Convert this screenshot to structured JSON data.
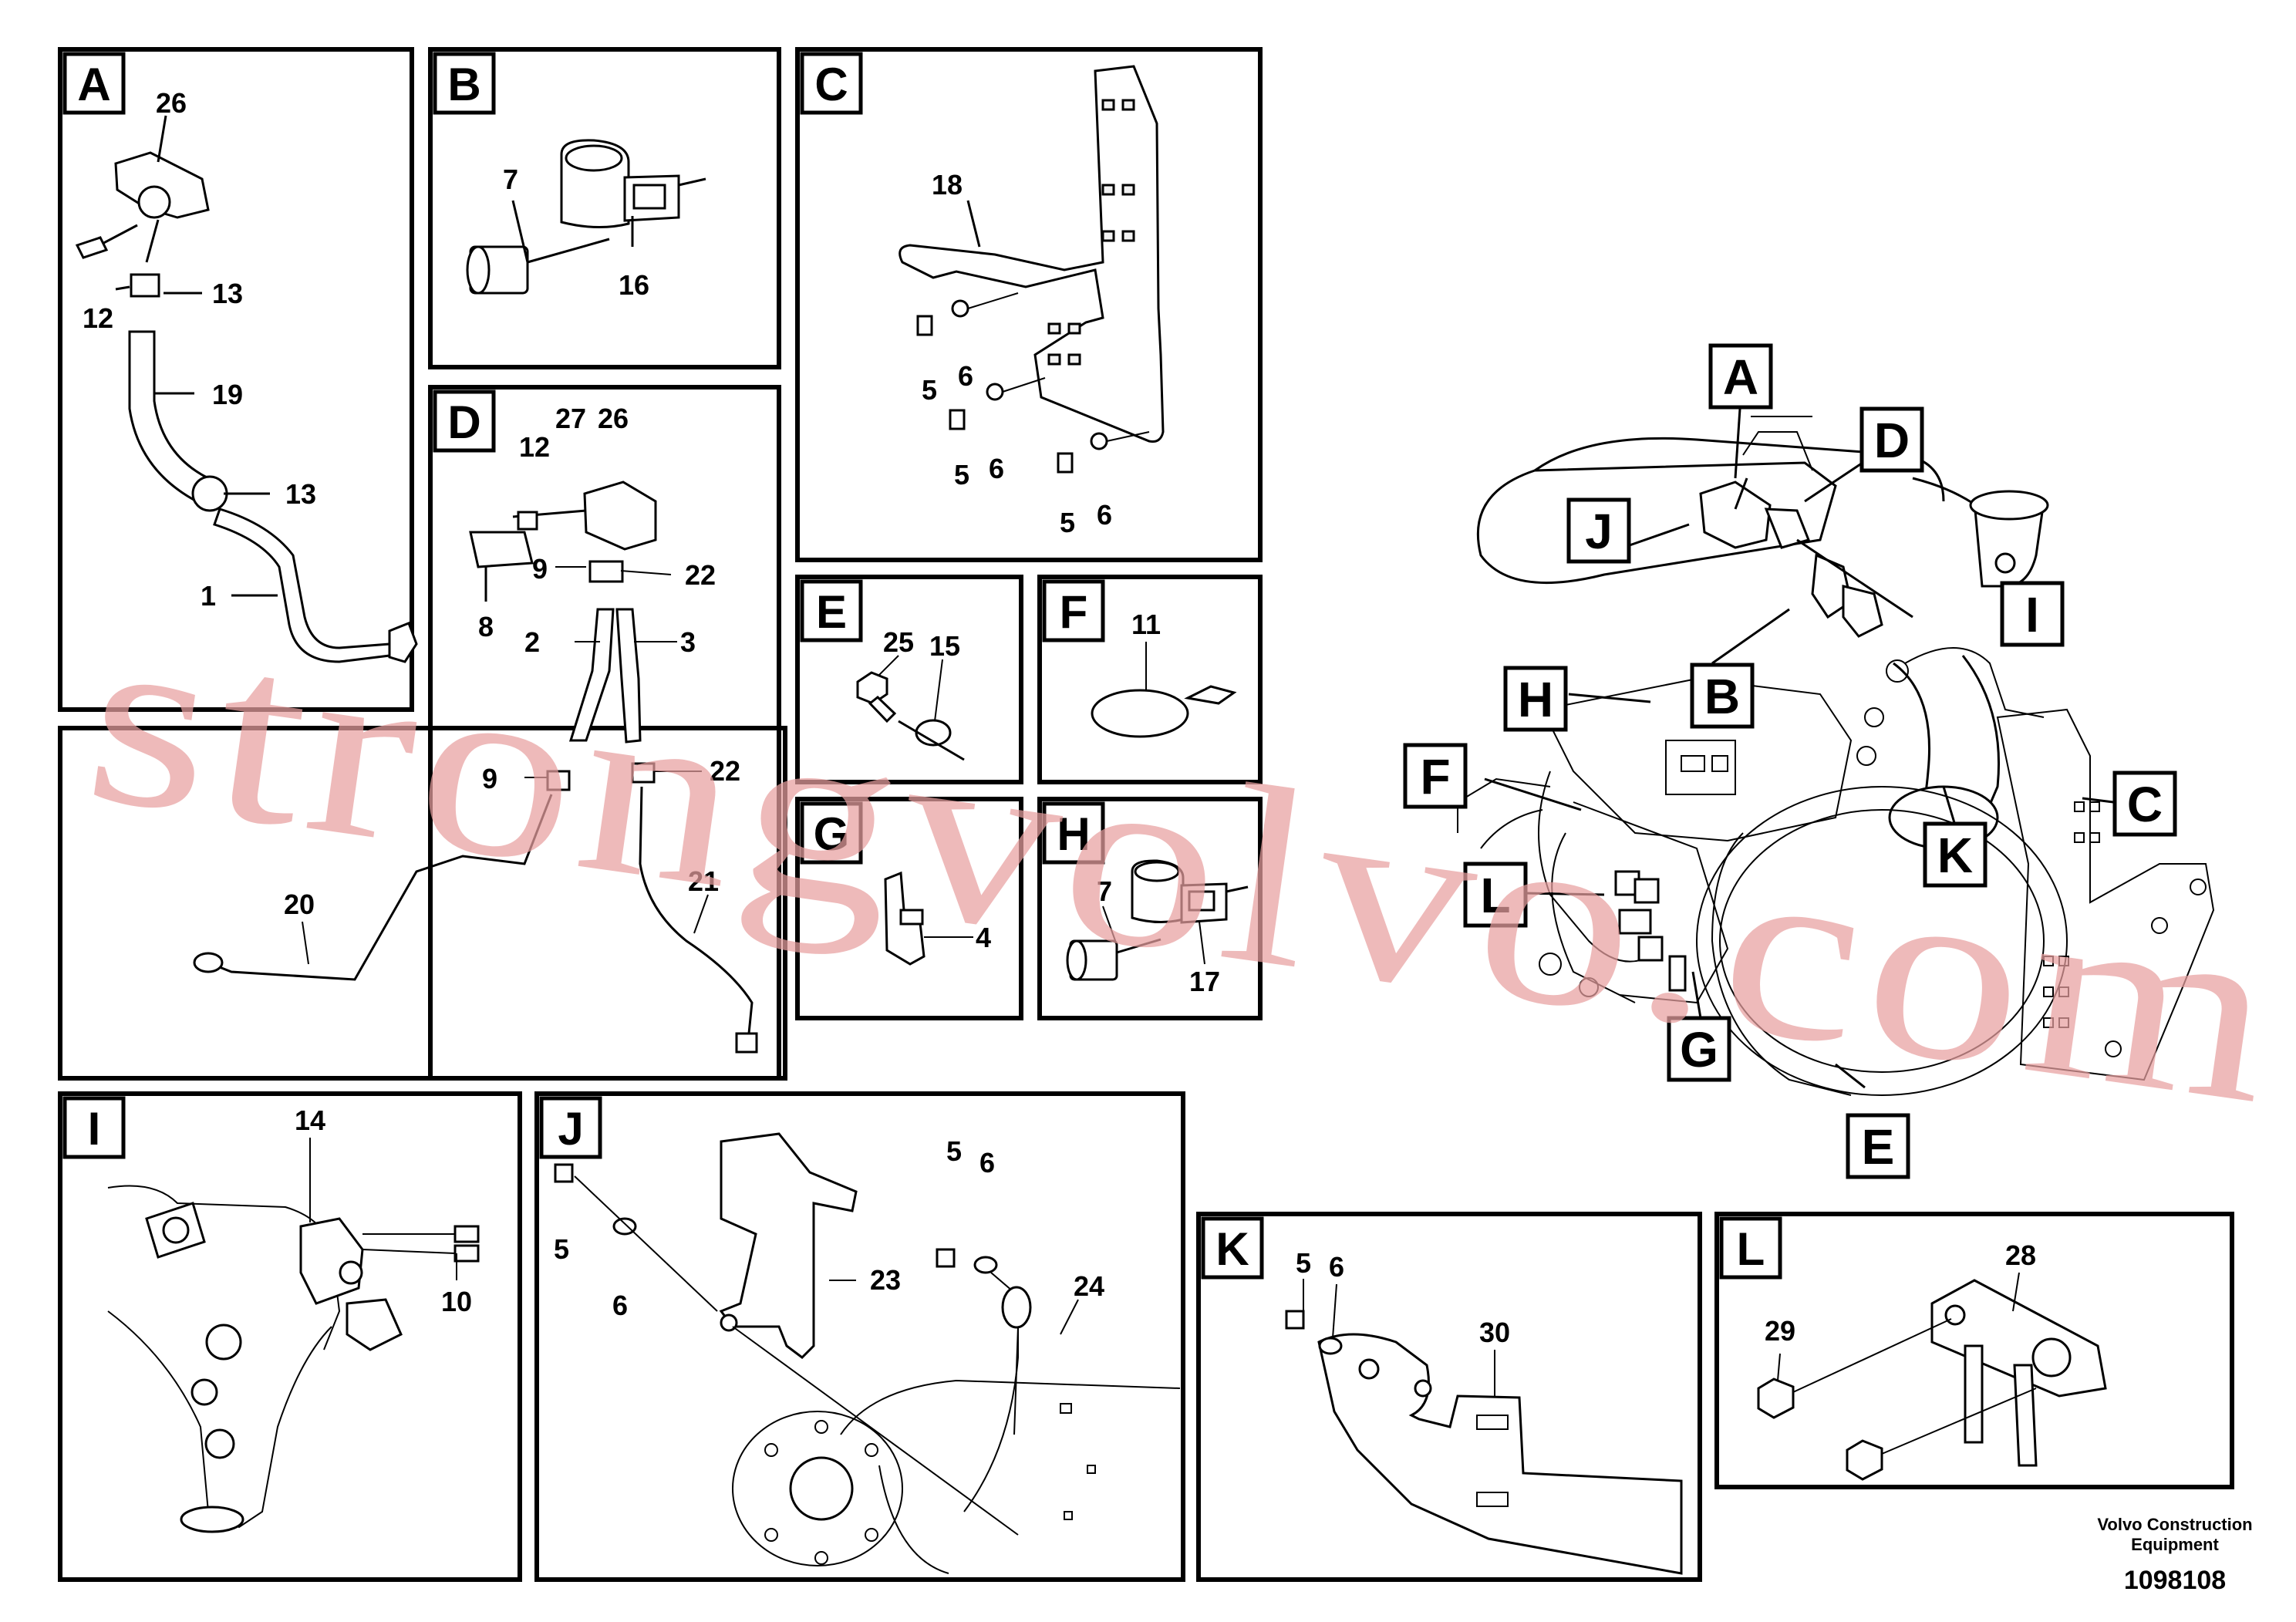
{
  "panels": {
    "A": {
      "letter": "A",
      "labels": [
        "26",
        "12",
        "13",
        "19",
        "13",
        "1"
      ]
    },
    "B": {
      "letter": "B",
      "labels": [
        "7",
        "16"
      ]
    },
    "C": {
      "letter": "C",
      "labels": [
        "18",
        "5",
        "6",
        "5",
        "6",
        "5",
        "6"
      ]
    },
    "D": {
      "letter": "D",
      "labels": [
        "27",
        "12",
        "26",
        "8",
        "9",
        "22",
        "2",
        "3",
        "9",
        "22",
        "20",
        "21"
      ]
    },
    "E": {
      "letter": "E",
      "labels": [
        "25",
        "15"
      ]
    },
    "F": {
      "letter": "F",
      "labels": [
        "11"
      ]
    },
    "G": {
      "letter": "G",
      "labels": [
        "4"
      ]
    },
    "H": {
      "letter": "H",
      "labels": [
        "7",
        "17"
      ]
    },
    "I": {
      "letter": "I",
      "labels": [
        "14",
        "10"
      ]
    },
    "J": {
      "letter": "J",
      "labels": [
        "5",
        "6",
        "5",
        "6",
        "23",
        "24"
      ]
    },
    "K": {
      "letter": "K",
      "labels": [
        "5",
        "6",
        "30"
      ]
    },
    "L": {
      "letter": "L",
      "labels": [
        "28",
        "29"
      ]
    }
  },
  "overview": {
    "callouts": [
      "A",
      "D",
      "J",
      "I",
      "B",
      "H",
      "F",
      "C",
      "K",
      "L",
      "G",
      "E"
    ]
  },
  "watermark": "strongvolvo.com",
  "footer": {
    "maker_line1": "Volvo Construction",
    "maker_line2": "Equipment",
    "figure_number": "1098108"
  }
}
